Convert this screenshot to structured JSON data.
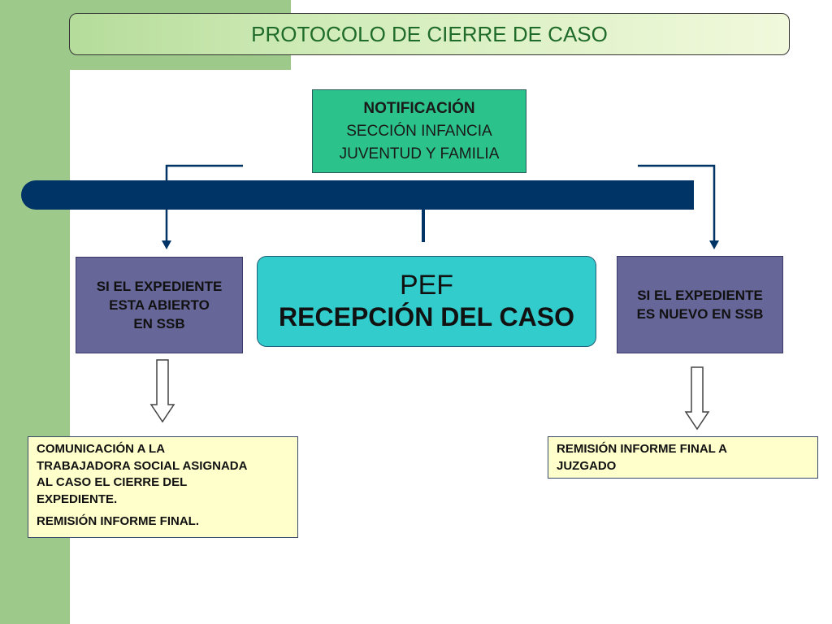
{
  "title": "PROTOCOLO DE CIERRE DE CASO",
  "notification": {
    "line1": "NOTIFICACIÓN",
    "line2": "SECCIÓN INFANCIA",
    "line3": "JUVENTUD Y FAMILIA"
  },
  "pef": {
    "line1": "PEF",
    "line2": "RECEPCIÓN DEL CASO"
  },
  "left_branch": {
    "line1": "SI EL EXPEDIENTE",
    "line2": "ESTA ABIERTO",
    "line3": "EN SSB"
  },
  "right_branch": {
    "line1": "SI EL EXPEDIENTE",
    "line2": "ES NUEVO EN SSB"
  },
  "left_result": {
    "line1": "COMUNICACIÓN A LA",
    "line2": "TRABAJADORA SOCIAL ASIGNADA",
    "line3": "AL CASO EL CIERRE DEL",
    "line4": "EXPEDIENTE.",
    "line5": "REMISIÓN INFORME FINAL."
  },
  "right_result": {
    "line1": "REMISIÓN INFORME FINAL A",
    "line2": "JUZGADO"
  },
  "colors": {
    "green_band": "#9dc98b",
    "bar_navy": "#003366",
    "notification_fill": "#2bc38b",
    "pef_fill": "#33cccc",
    "branch_fill": "#666699",
    "result_fill": "#ffffcc"
  }
}
